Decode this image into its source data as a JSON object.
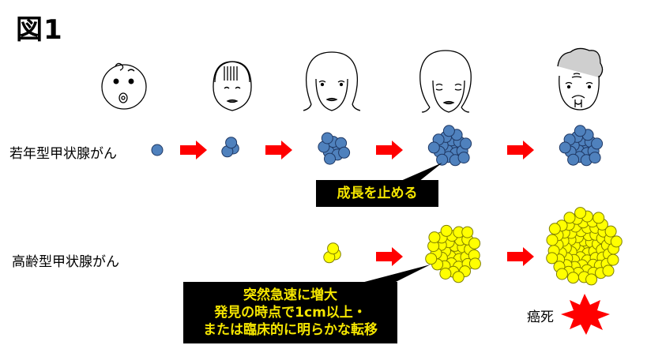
{
  "figure": {
    "title": "図1",
    "young_type_label": "若年型甲状腺がん",
    "elderly_type_label": "高齢型甲状腺がん",
    "callout_stop": "成長を止める",
    "callout_rapid": [
      "突然急速に増大",
      "発見の時点で1cm以上・",
      "または臨床的に明らかな転移"
    ],
    "death_label": "癌死"
  },
  "stages": [
    "baby-face",
    "child-face",
    "young-woman-face",
    "adult-woman-face",
    "elderly-face"
  ],
  "colors": {
    "young_cell": "#4f81bd",
    "young_cell_stroke": "#1f3864",
    "elderly_cell": "#ffff00",
    "elderly_cell_stroke": "#7f7f00",
    "arrow": "#ff0000",
    "callout_bg": "#000000",
    "callout_text": "#f5e600",
    "burst": "#ff0000"
  }
}
